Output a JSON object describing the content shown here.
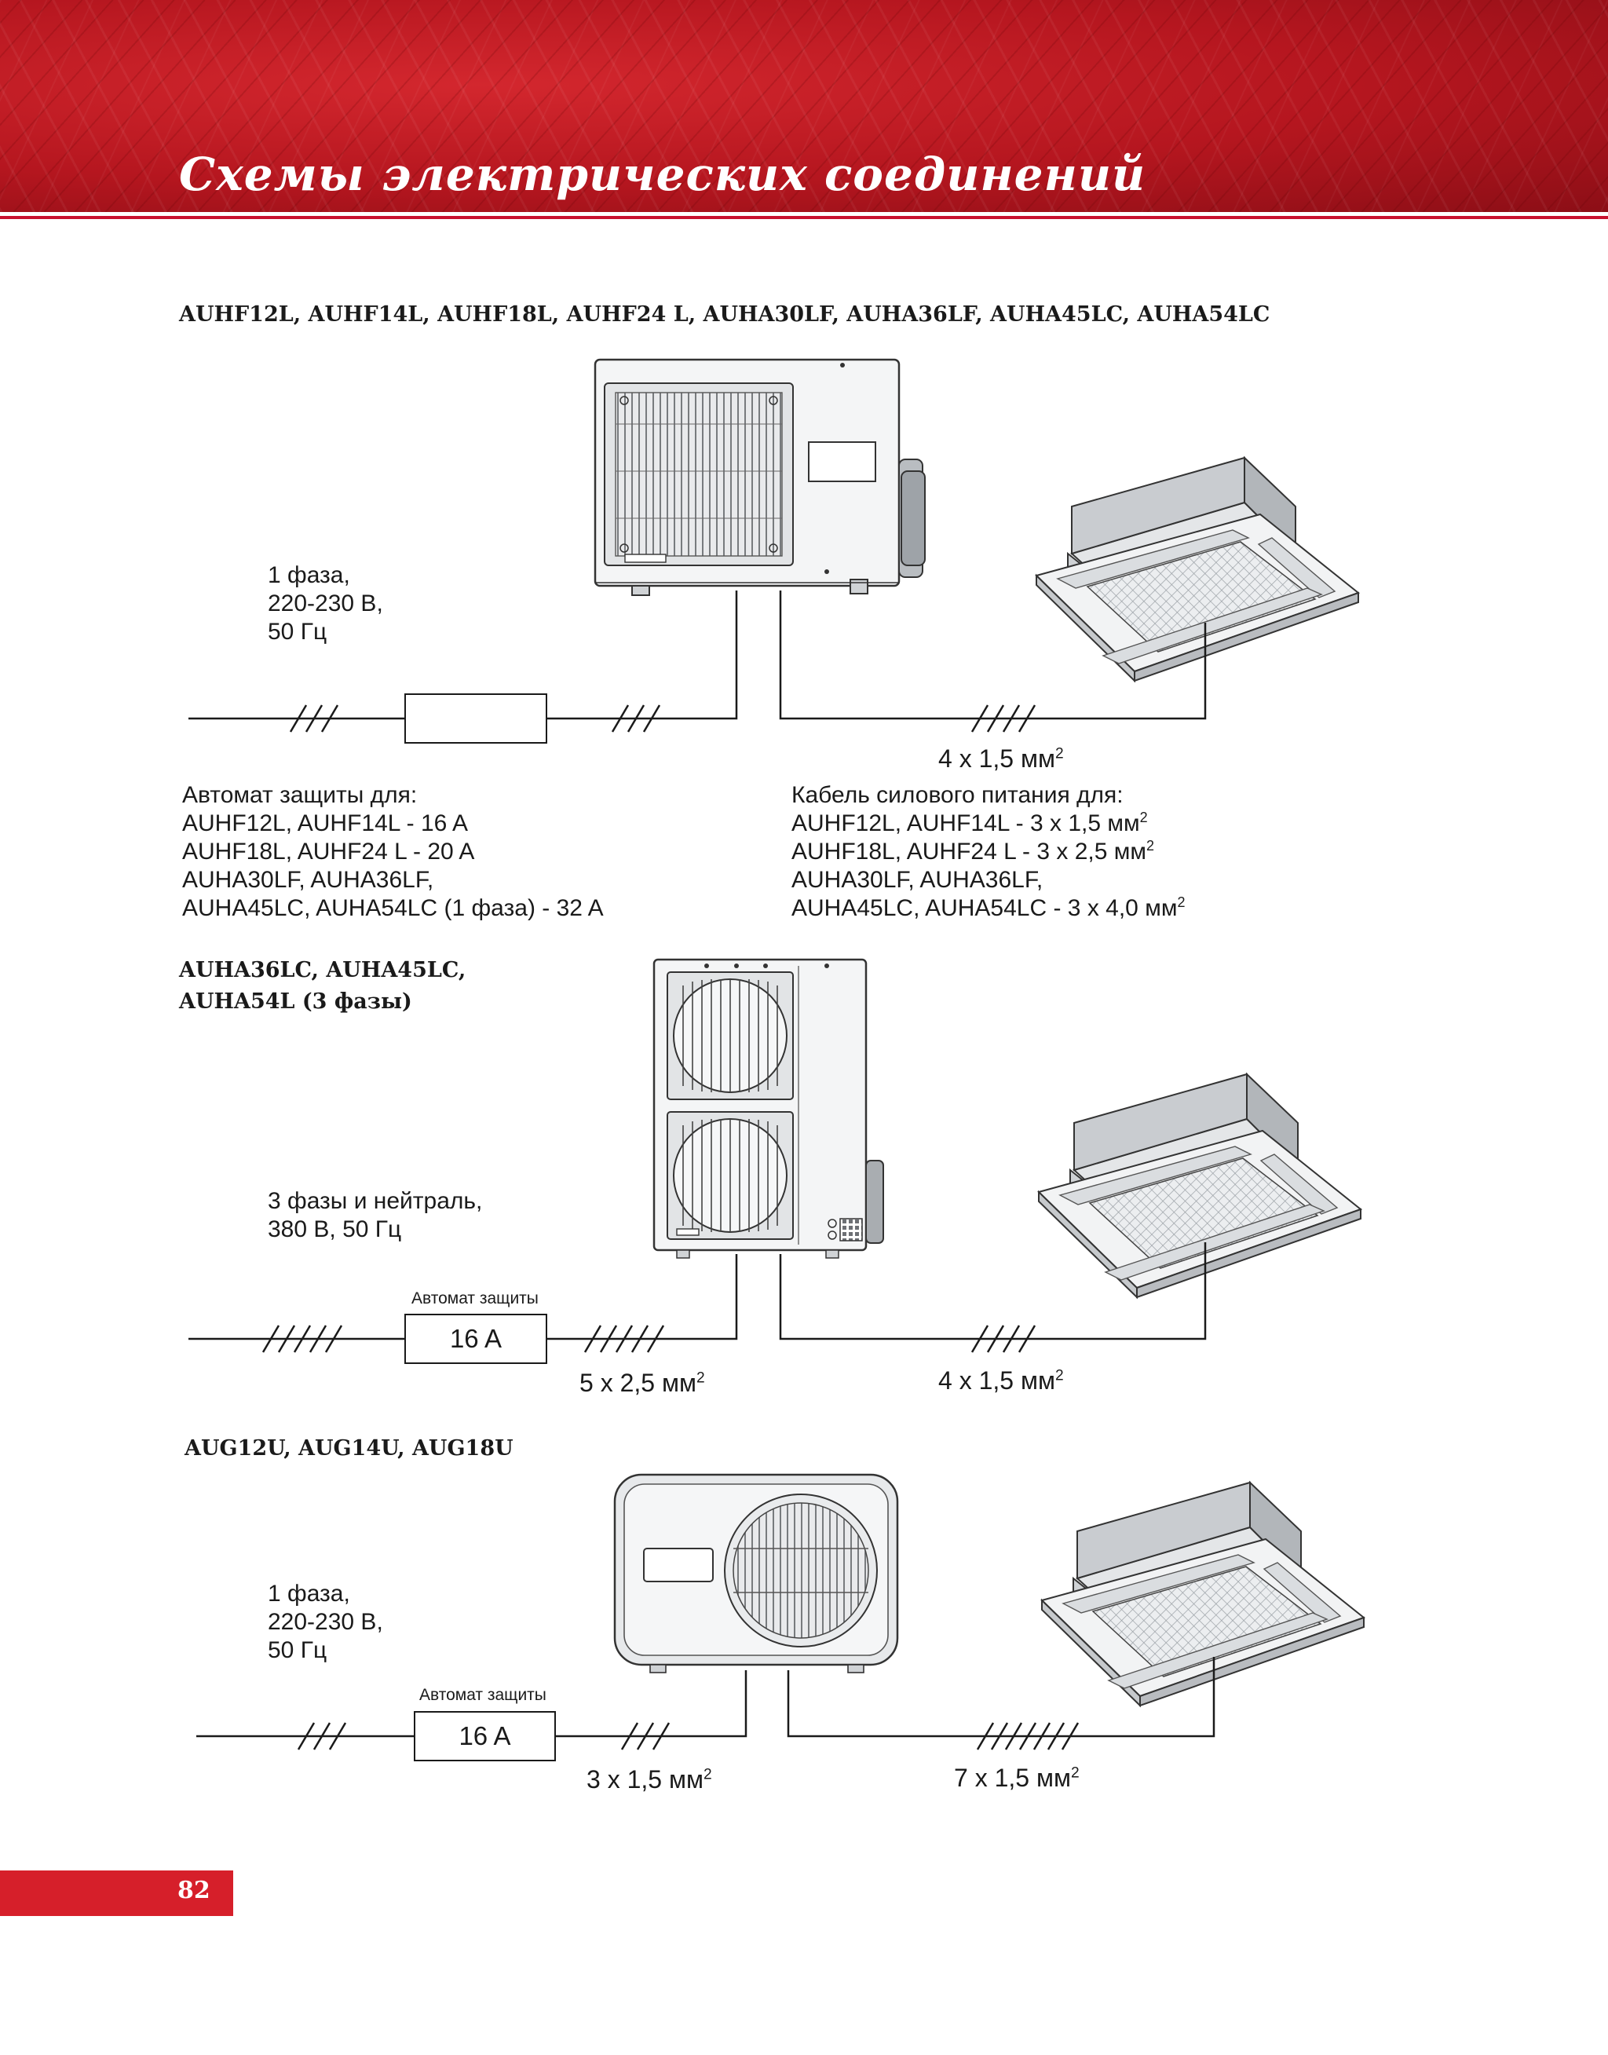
{
  "header": {
    "title": "Схемы  электрических  соединений"
  },
  "page_number": "82",
  "sections": [
    {
      "heading": "AUHF12L, AUHF14L, AUHF18L, AUHF24 L, AUHA30LF, AUHA36LF, AUHA45LC, AUHA54LC",
      "power_lines": [
        "1 фаза,",
        "220-230 В,",
        "50 Гц"
      ],
      "cable_left": "",
      "cable_right": "4 x 1,5 мм",
      "breaker_caption": "",
      "breaker_value": "",
      "left_note": [
        "Автомат защиты для:",
        "AUHF12L, AUHF14L - 16 A",
        "AUHF18L, AUHF24 L - 20 A",
        "AUHA30LF, AUHA36LF,",
        "AUHA45LC, AUHA54LC (1 фаза) - 32 A"
      ],
      "right_note": {
        "title": "Кабель силового питания для:",
        "line1": "AUHF12L, AUHF14L - 3 х 1,5 мм",
        "line2": "AUHF18L, AUHF24 L - 3 х 2,5 мм",
        "line3": "AUHA30LF, AUHA36LF,",
        "line4": "AUHA45LC, AUHA54LC - 3 х 4,0 мм"
      },
      "unit_icon": "outdoor-unit-single-fan",
      "indoor_icon": "cassette-unit"
    },
    {
      "heading_lines": [
        "AUHA36LC, AUHA45LC,",
        "AUHA54L (3 фазы)"
      ],
      "power_lines": [
        "3 фазы и нейтраль,",
        "380 В, 50 Гц"
      ],
      "breaker_caption": "Автомат защиты",
      "breaker_value": "16 A",
      "cable_left": "5 x 2,5 мм",
      "cable_right": "4 x 1,5 мм",
      "unit_icon": "outdoor-unit-double-fan",
      "indoor_icon": "cassette-unit"
    },
    {
      "heading": "AUG12U, AUG14U, AUG18U",
      "power_lines": [
        "1 фаза,",
        "220-230 В,",
        "50 Гц"
      ],
      "breaker_caption": "Автомат защиты",
      "breaker_value": "16 A",
      "cable_left": "3 x 1,5 мм",
      "cable_right": "7 x 1,5 мм",
      "unit_icon": "outdoor-unit-rounded",
      "indoor_icon": "cassette-unit"
    }
  ],
  "superscript": "2",
  "colors": {
    "accent": "#c8102e",
    "banner": "#b5161f",
    "line": "#1a1a1a"
  }
}
